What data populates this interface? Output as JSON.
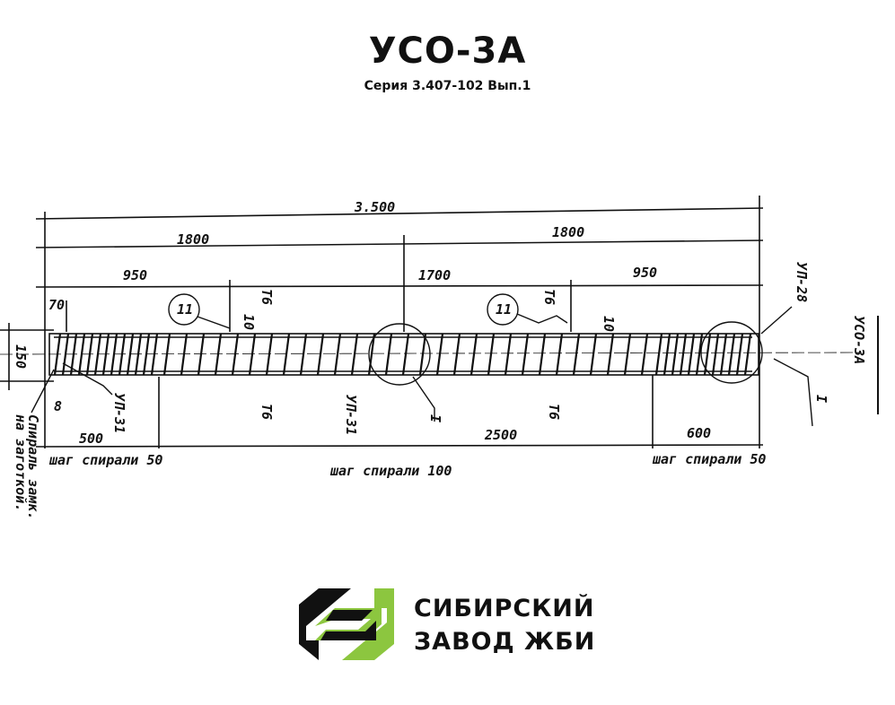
{
  "header": {
    "title": "УСО-3А",
    "subtitle": "Серия 3.407-102 Вып.1"
  },
  "drawing": {
    "dims": {
      "total": "3.500",
      "half_left": "1800",
      "half_right": "1800",
      "left_950": "950",
      "middle_1700": "1700",
      "right_950": "950",
      "offset_70": "70",
      "height_150": "150",
      "bottom_500": "500",
      "bottom_2500": "2500",
      "bottom_600": "600",
      "small_10a": "10",
      "small_10b": "10",
      "small_8": "8"
    },
    "labels": {
      "pitch_left": "шаг спирали 50",
      "pitch_middle": "шаг спирали 100",
      "pitch_right": "шаг спирали 50",
      "up31_left": "УП-31",
      "up31_mid": "УП-31",
      "up28": "УП-28",
      "t6_top_left": "Т6",
      "t6_top_right": "Т6",
      "t6_bottom_left": "Т6",
      "t6_bottom_right": "Т6",
      "callout_left": "11",
      "callout_right": "11",
      "marker_i_mid": "I",
      "marker_i_right": "I",
      "spiral_note_1": "Спираль замк.",
      "spiral_note_2": "на заготкой.",
      "side_title": "УСО-3А"
    }
  },
  "brand": {
    "line1": "СИБИРСКИЙ",
    "line2": "ЗАВОД ЖБИ",
    "colors": {
      "green": "#8cc63f",
      "black": "#111111"
    }
  }
}
